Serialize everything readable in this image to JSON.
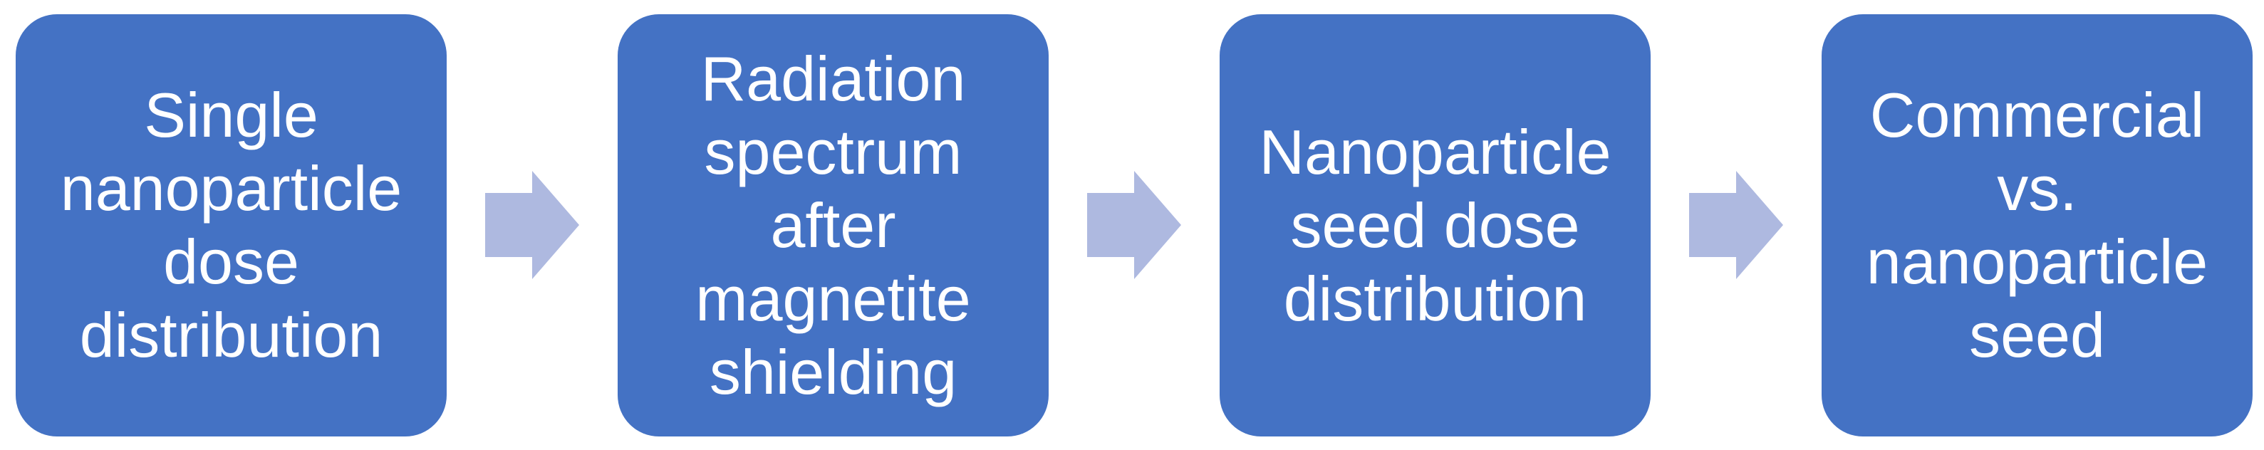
{
  "diagram": {
    "type": "flowchart",
    "direction": "left-to-right",
    "colors": {
      "box_fill": "#4472C4",
      "box_text": "#FFFFFF",
      "arrow_fill": "#AEB9E0",
      "background": "#FFFFFF"
    },
    "steps": [
      {
        "label": "Single nanoparticle dose distribution",
        "lines": [
          "Single",
          "nanoparticle",
          "dose",
          "distribution"
        ]
      },
      {
        "label": "Radiation spectrum after magnetite shielding",
        "lines": [
          "Radiation",
          "spectrum",
          "after",
          "magnetite",
          "shielding"
        ]
      },
      {
        "label": "Nanoparticle seed dose distribution",
        "lines": [
          "Nanoparticle",
          "seed dose",
          "distribution"
        ]
      },
      {
        "label": "Commercial vs. nanoparticle seed",
        "lines": [
          "Commercial",
          "vs.",
          "nanoparticle",
          "seed"
        ]
      }
    ],
    "connector": "right-block-arrow"
  }
}
